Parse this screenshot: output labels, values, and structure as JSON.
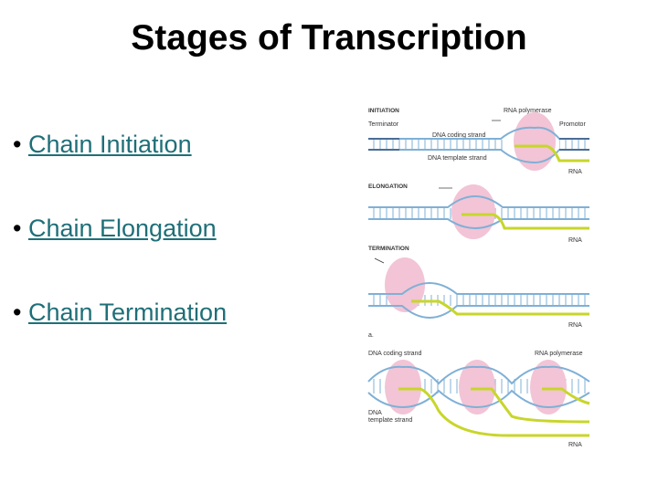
{
  "title": "Stages of Transcription",
  "bullets": [
    {
      "marker": "•",
      "label": "Chain Initiation"
    },
    {
      "marker": "•",
      "label": "Chain Elongation"
    },
    {
      "marker": "•",
      "label": "Chain Termination"
    }
  ],
  "diagram": {
    "initiation": {
      "heading": "INITIATION",
      "polymerase": "RNA polymerase",
      "terminator": "Terminator",
      "promotor": "Promotor",
      "coding": "DNA coding strand",
      "template": "DNA template strand",
      "rna": "RNA"
    },
    "elongation": {
      "heading": "ELONGATION",
      "rna": "RNA"
    },
    "termination": {
      "heading": "TERMINATION",
      "rna": "RNA"
    },
    "panel_b": {
      "marker": "a.",
      "coding": "DNA coding strand",
      "polymerase": "RNA polymerase",
      "template_1": "DNA",
      "template_2": "template strand",
      "rna": "RNA"
    }
  },
  "colors": {
    "link": "#1f6f78",
    "dna": "#7fb0d6",
    "rna": "#c8d62a",
    "polymerase": "#f2c4d6"
  }
}
